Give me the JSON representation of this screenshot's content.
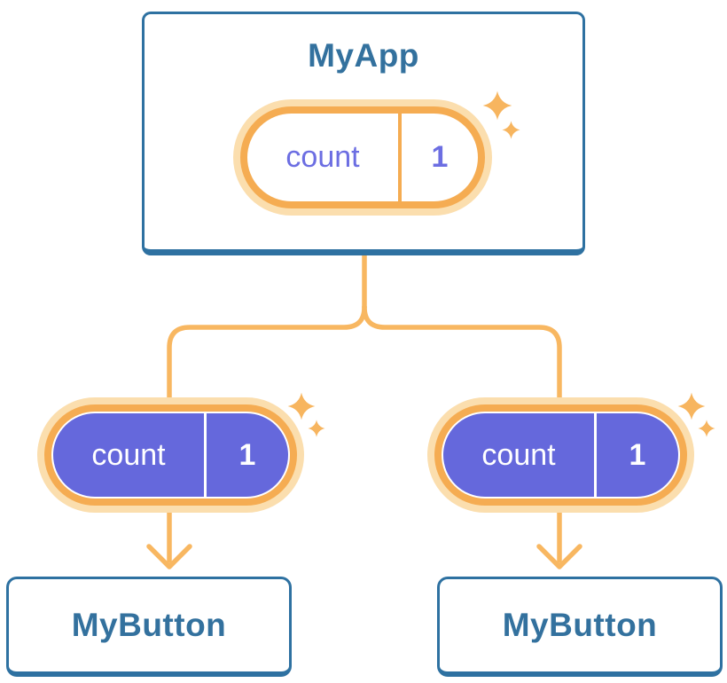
{
  "diagram": {
    "root": {
      "title": "MyApp",
      "state": {
        "name": "count",
        "value": "1"
      }
    },
    "children": [
      {
        "title": "MyButton",
        "state": {
          "name": "count",
          "value": "1"
        }
      },
      {
        "title": "MyButton",
        "state": {
          "name": "count",
          "value": "1"
        }
      }
    ],
    "icons": {
      "sparkle": "four-point-star"
    },
    "colors": {
      "card_border": "#2E71A1",
      "card_text": "#33719E",
      "connector": "#F8B761",
      "pill_ring": "#F5AC52",
      "pill_halo": "#FBDEAE",
      "pill_fill_purple": "#6568DC",
      "pill_fill_light": "#FFFFFF",
      "pill_text_light": "#6C6EE2",
      "pill_text_purple": "#FFFFFF",
      "sparkle": "#F7B55F"
    }
  }
}
